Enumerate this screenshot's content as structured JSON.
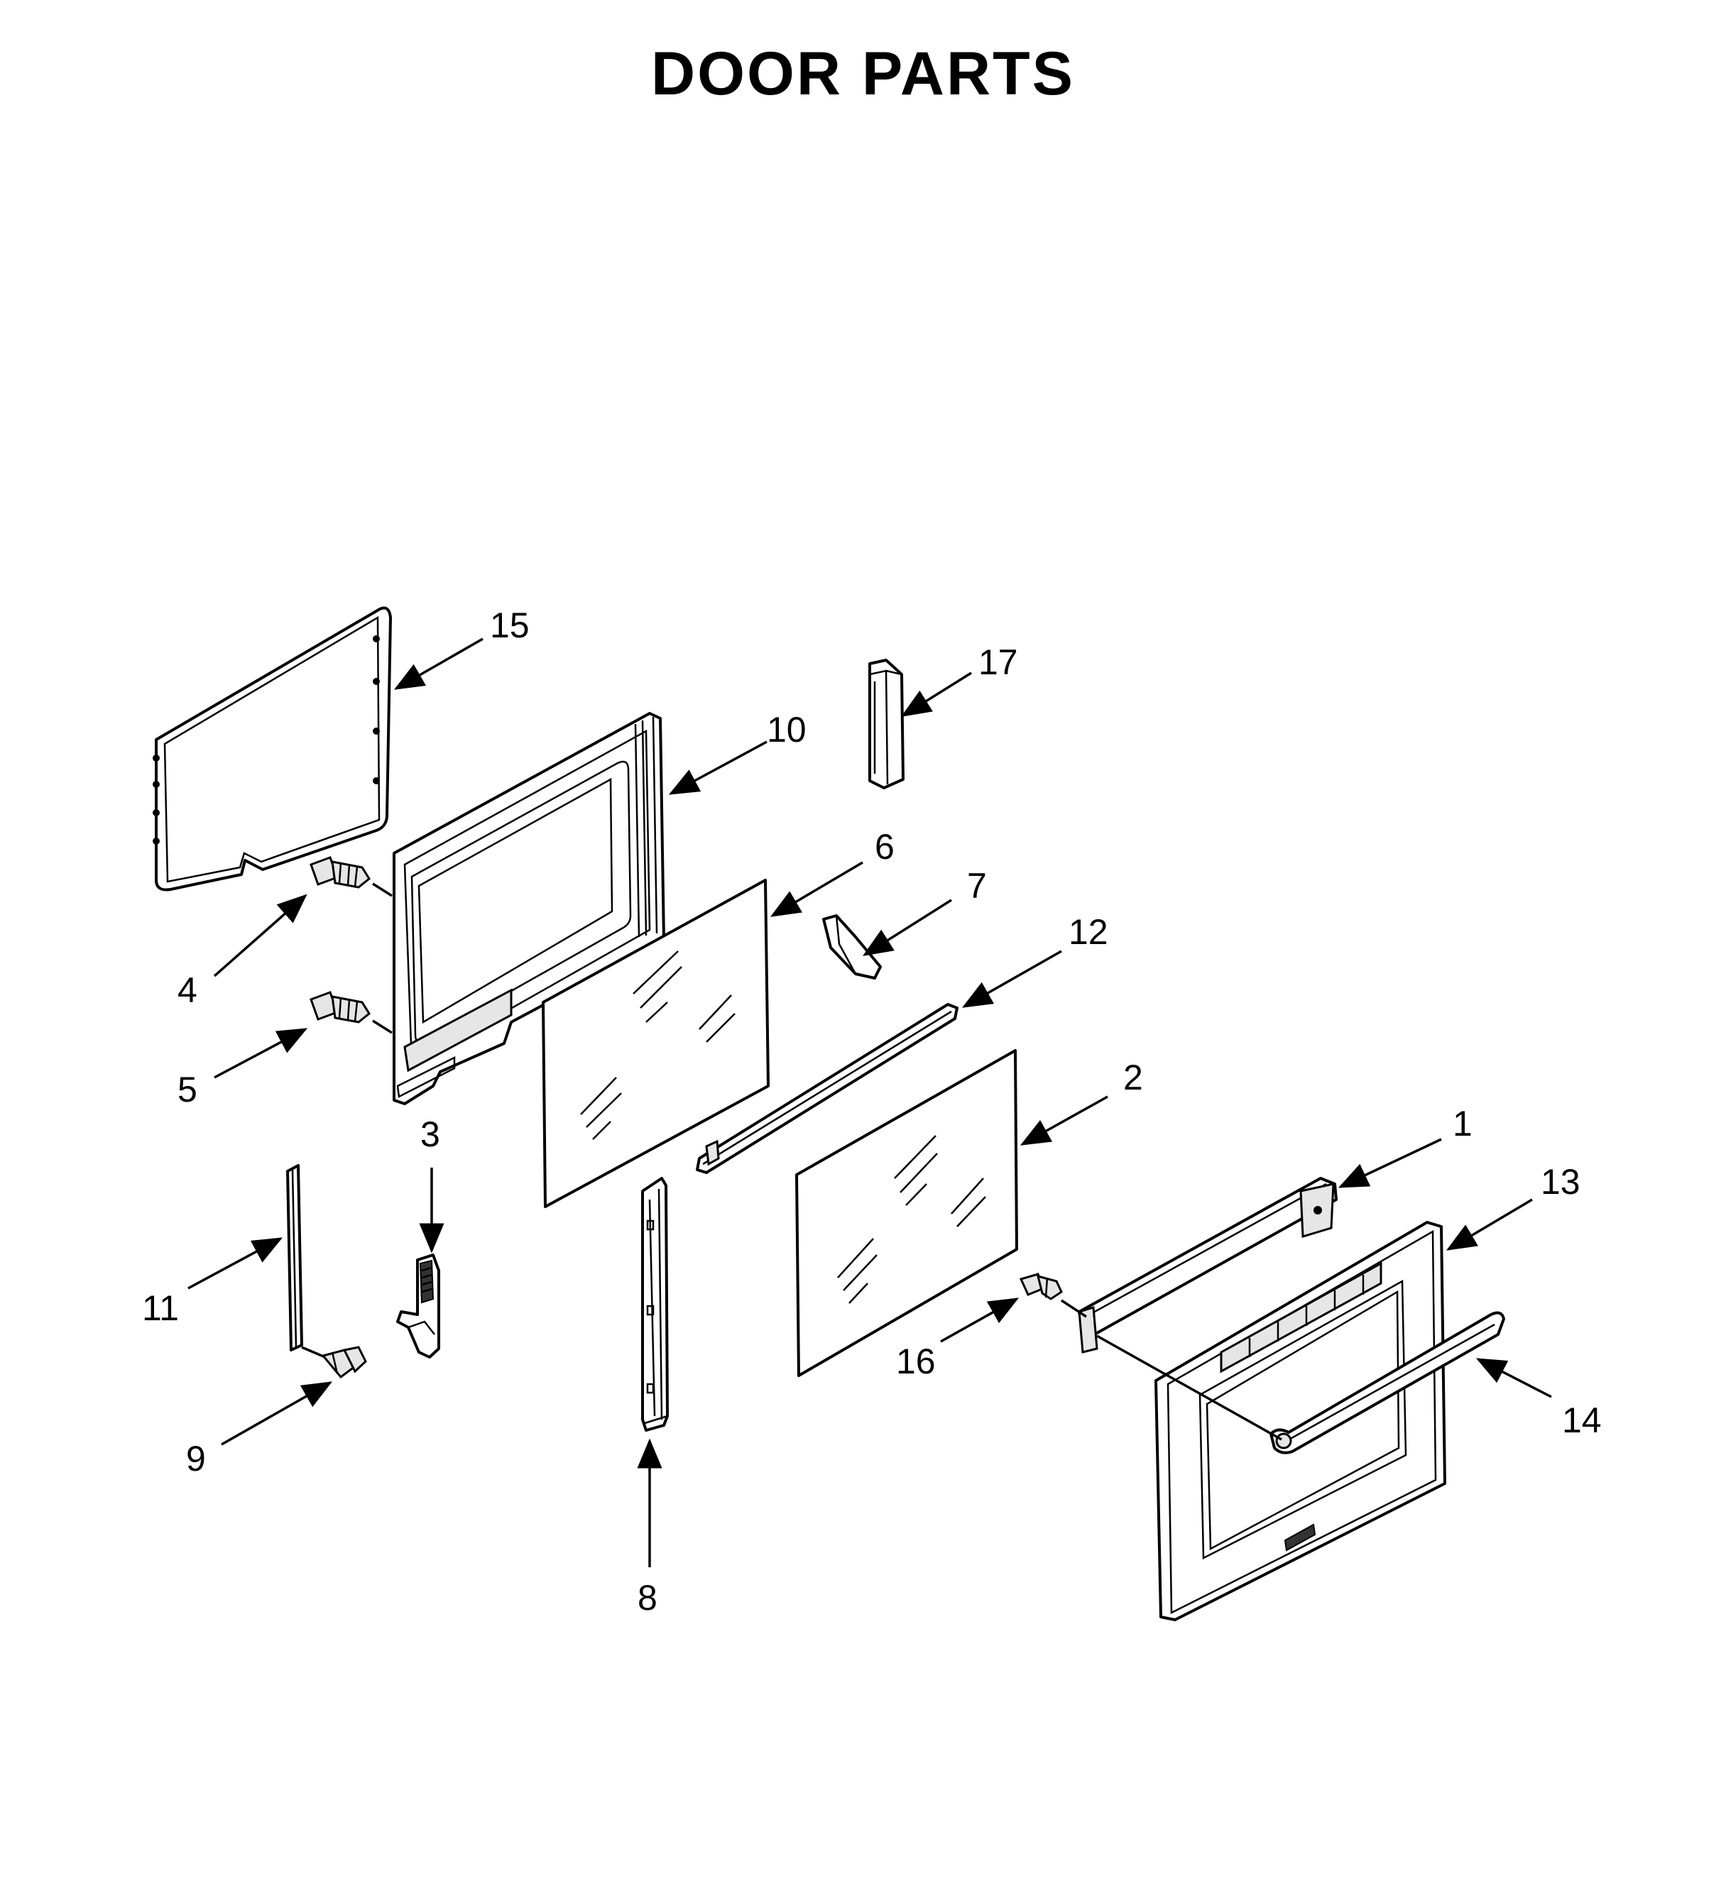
{
  "title": "DOOR PARTS",
  "callouts": [
    {
      "id": "1",
      "label": "1"
    },
    {
      "id": "2",
      "label": "2"
    },
    {
      "id": "3",
      "label": "3"
    },
    {
      "id": "4",
      "label": "4"
    },
    {
      "id": "5",
      "label": "5"
    },
    {
      "id": "6",
      "label": "6"
    },
    {
      "id": "7",
      "label": "7"
    },
    {
      "id": "8",
      "label": "8"
    },
    {
      "id": "9",
      "label": "9"
    },
    {
      "id": "10",
      "label": "10"
    },
    {
      "id": "11",
      "label": "11"
    },
    {
      "id": "12",
      "label": "12"
    },
    {
      "id": "13",
      "label": "13"
    },
    {
      "id": "14",
      "label": "14"
    },
    {
      "id": "15",
      "label": "15"
    },
    {
      "id": "16",
      "label": "16"
    },
    {
      "id": "17",
      "label": "17"
    }
  ]
}
